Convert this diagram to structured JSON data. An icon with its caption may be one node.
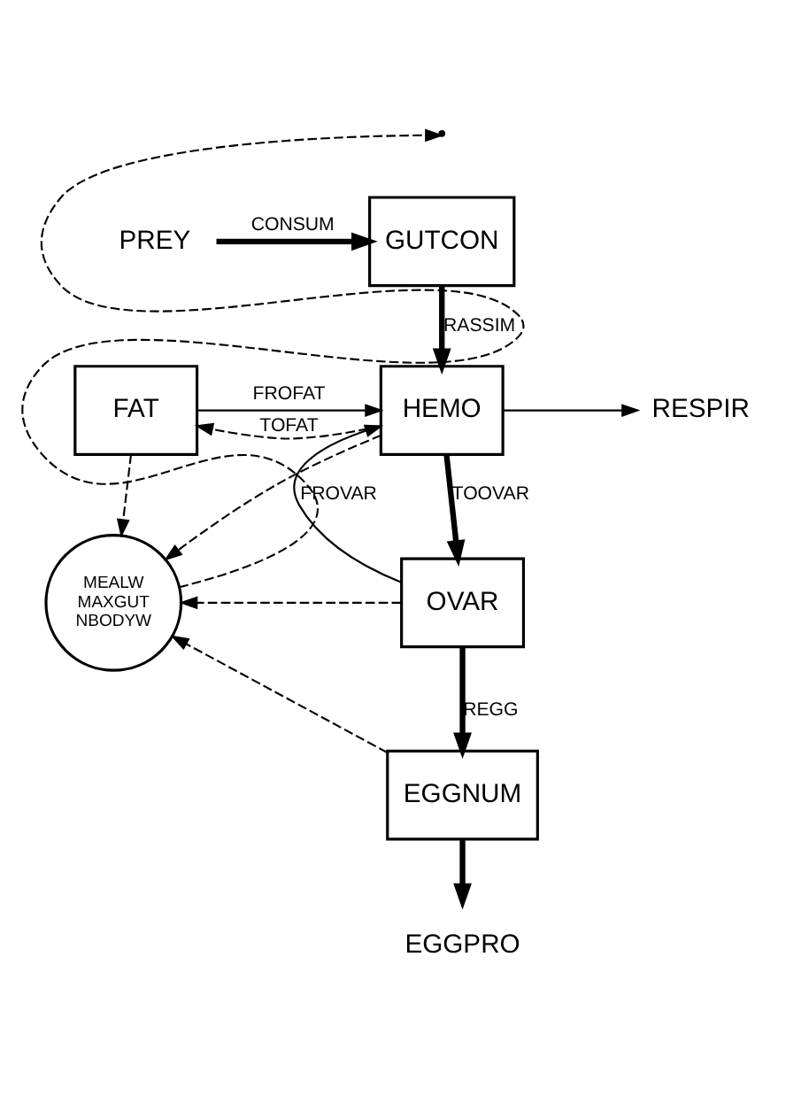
{
  "diagram": {
    "nodes": [
      {
        "text": [
          "PREY"
        ]
      },
      {
        "text": [
          "GUTCON"
        ]
      },
      {
        "text": [
          "FAT"
        ]
      },
      {
        "text": [
          "HEMO"
        ]
      },
      {
        "text": [
          "RESPIR"
        ]
      },
      {
        "text": [
          "MEALW",
          "MAXGUT",
          "NBODYW"
        ]
      },
      {
        "text": [
          "OVAR"
        ]
      },
      {
        "text": [
          "EGGNUM"
        ]
      },
      {
        "text": [
          "EGGPRO"
        ]
      }
    ],
    "edges": [
      {
        "from": 0,
        "to": 1,
        "arrow": "to",
        "label": "CONSUM",
        "style": "thick"
      },
      {
        "from": 5,
        "to": null,
        "arrow": "to",
        "style": "dashed"
      },
      {
        "from": 1,
        "to": 3,
        "arrow": "to",
        "label": "RASSIM",
        "style": "thick"
      },
      {
        "from": 3,
        "to": 2,
        "arrow": "to",
        "label": "TOFAT",
        "style": "dashed"
      },
      {
        "from": 2,
        "to": 3,
        "arrow": "to",
        "label": "FROFAT"
      },
      {
        "from": 3,
        "to": 4,
        "arrow": "to"
      },
      {
        "from": 2,
        "to": 5,
        "arrow": "to",
        "style": "dashed"
      },
      {
        "from": 3,
        "to": 5,
        "arrow": "to",
        "style": "dashed"
      },
      {
        "from": 6,
        "to": 3,
        "arrow": "to",
        "label": "FROVAR"
      },
      {
        "from": 3,
        "to": 6,
        "arrow": "to",
        "label": "TOOVAR",
        "style": "thick"
      },
      {
        "from": 6,
        "to": 5,
        "arrow": "to",
        "style": "dashed"
      },
      {
        "from": 6,
        "to": 7,
        "arrow": "to",
        "label": "REGG",
        "style": "thick"
      },
      {
        "from": 7,
        "to": 5,
        "arrow": "to",
        "style": "dashed"
      },
      {
        "from": 7,
        "to": 8,
        "arrow": "to",
        "style": "thick"
      }
    ]
  }
}
